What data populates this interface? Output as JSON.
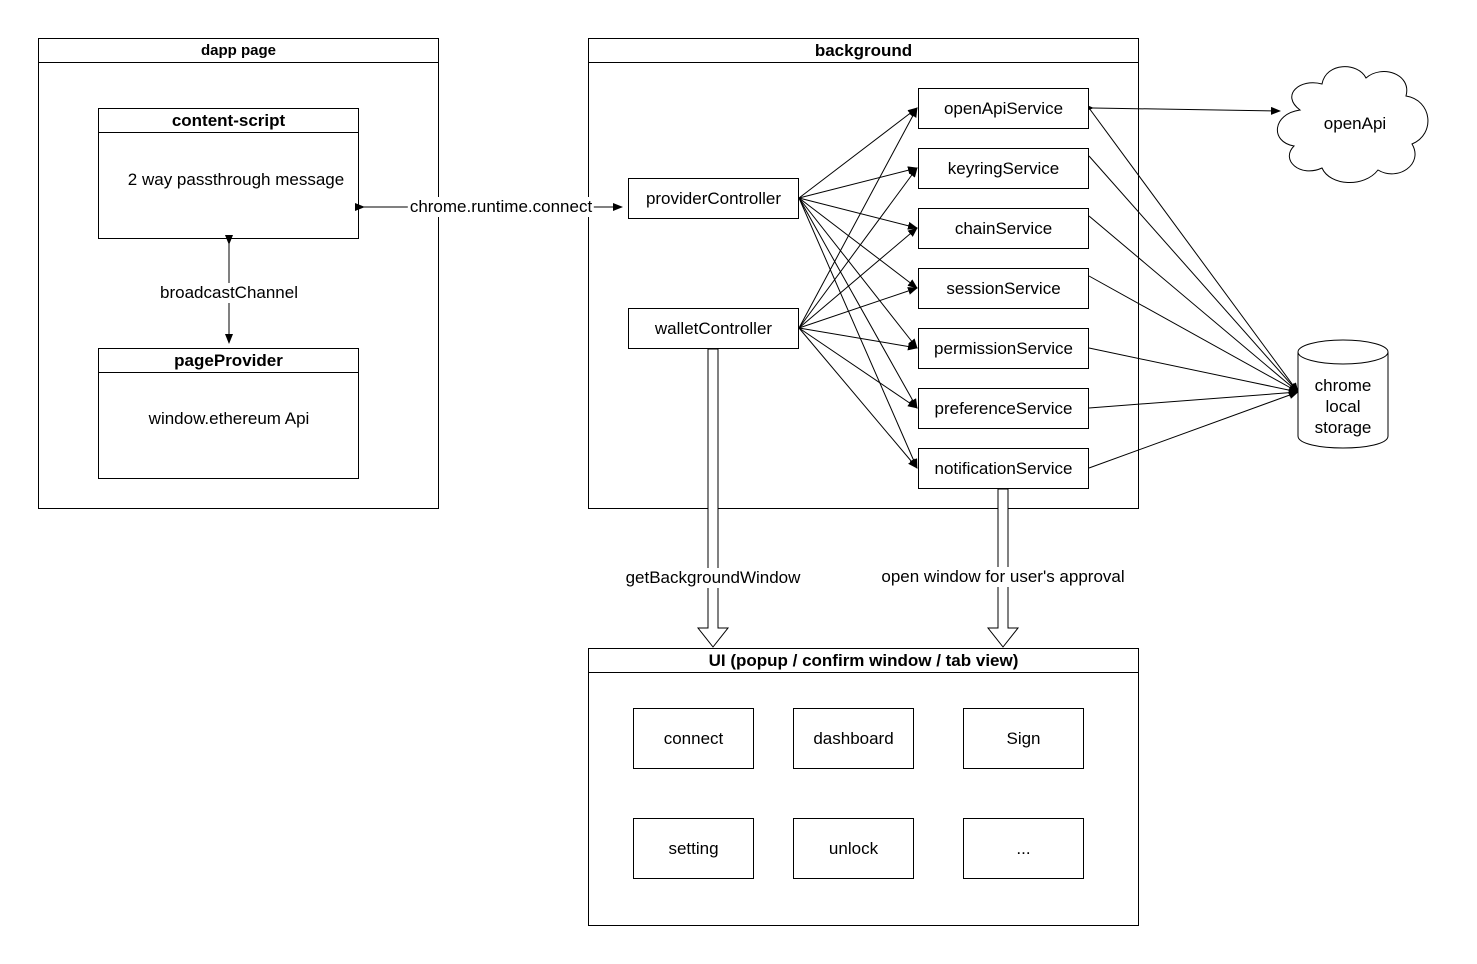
{
  "dapp_page": {
    "title": "dapp page",
    "content_script": {
      "title": "content-script",
      "body": "2 way passthrough message"
    },
    "page_provider": {
      "title": "pageProvider",
      "body": "window.ethereum Api"
    },
    "link_label": "broadcastChannel"
  },
  "connection_label": "chrome.runtime.connect",
  "background": {
    "title": "background",
    "controllers": [
      "providerController",
      "walletController"
    ],
    "services": [
      "openApiService",
      "keyringService",
      "chainService",
      "sessionService",
      "permissionService",
      "preferenceService",
      "notificationService"
    ]
  },
  "open_api": {
    "label": "openApi"
  },
  "storage": {
    "line1": "chrome",
    "line2": "local",
    "line3": "storage"
  },
  "flows": {
    "get_background_window": "getBackgroundWindow",
    "open_window": "open window for user's approval"
  },
  "ui": {
    "title": "UI (popup / confirm window / tab view)",
    "items": [
      "connect",
      "dashboard",
      "Sign",
      "setting",
      "unlock",
      "..."
    ]
  }
}
